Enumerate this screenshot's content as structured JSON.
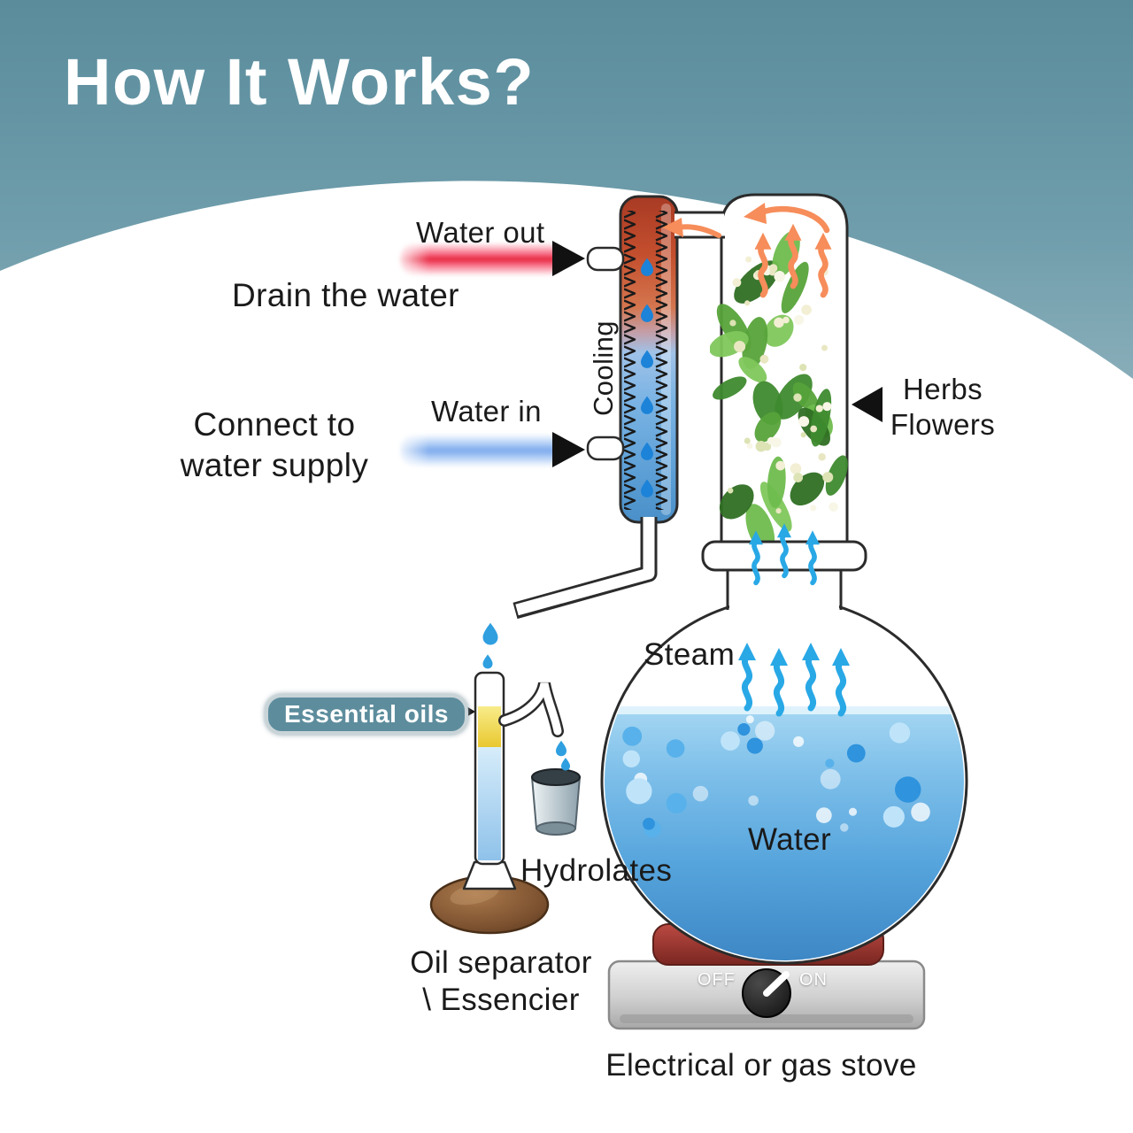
{
  "header": {
    "title": "How It Works?"
  },
  "labels": {
    "water_out": "Water out",
    "drain_water": "Drain the water",
    "water_in": "Water in",
    "connect_line1": "Connect to",
    "connect_line2": "water supply",
    "cooling": "Cooling",
    "herbs_line1": "Herbs",
    "herbs_line2": "Flowers",
    "steam": "Steam",
    "water": "Water",
    "essential_oils": "Essential oils",
    "hydrolates": "Hydrolates",
    "oil_separator_line1": "Oil separator",
    "oil_separator_line2": "\\ Essencier",
    "stove_caption": "Electrical or gas stove"
  },
  "stove": {
    "knob_off": "OFF",
    "knob_on": "ON"
  },
  "colors": {
    "header_teal": "#6a96a5",
    "beam_out_red": "#e2162e",
    "beam_in_blue": "#6c9ee8",
    "vapor_orange": "#f68d5a",
    "steam_blue": "#29a8e6",
    "flask_water_blue": "#57a5dd",
    "essential_oil_yellow": "#e9c82f",
    "heating_plate_red": "#a03a32",
    "badge_teal": "#5d8d9d"
  }
}
